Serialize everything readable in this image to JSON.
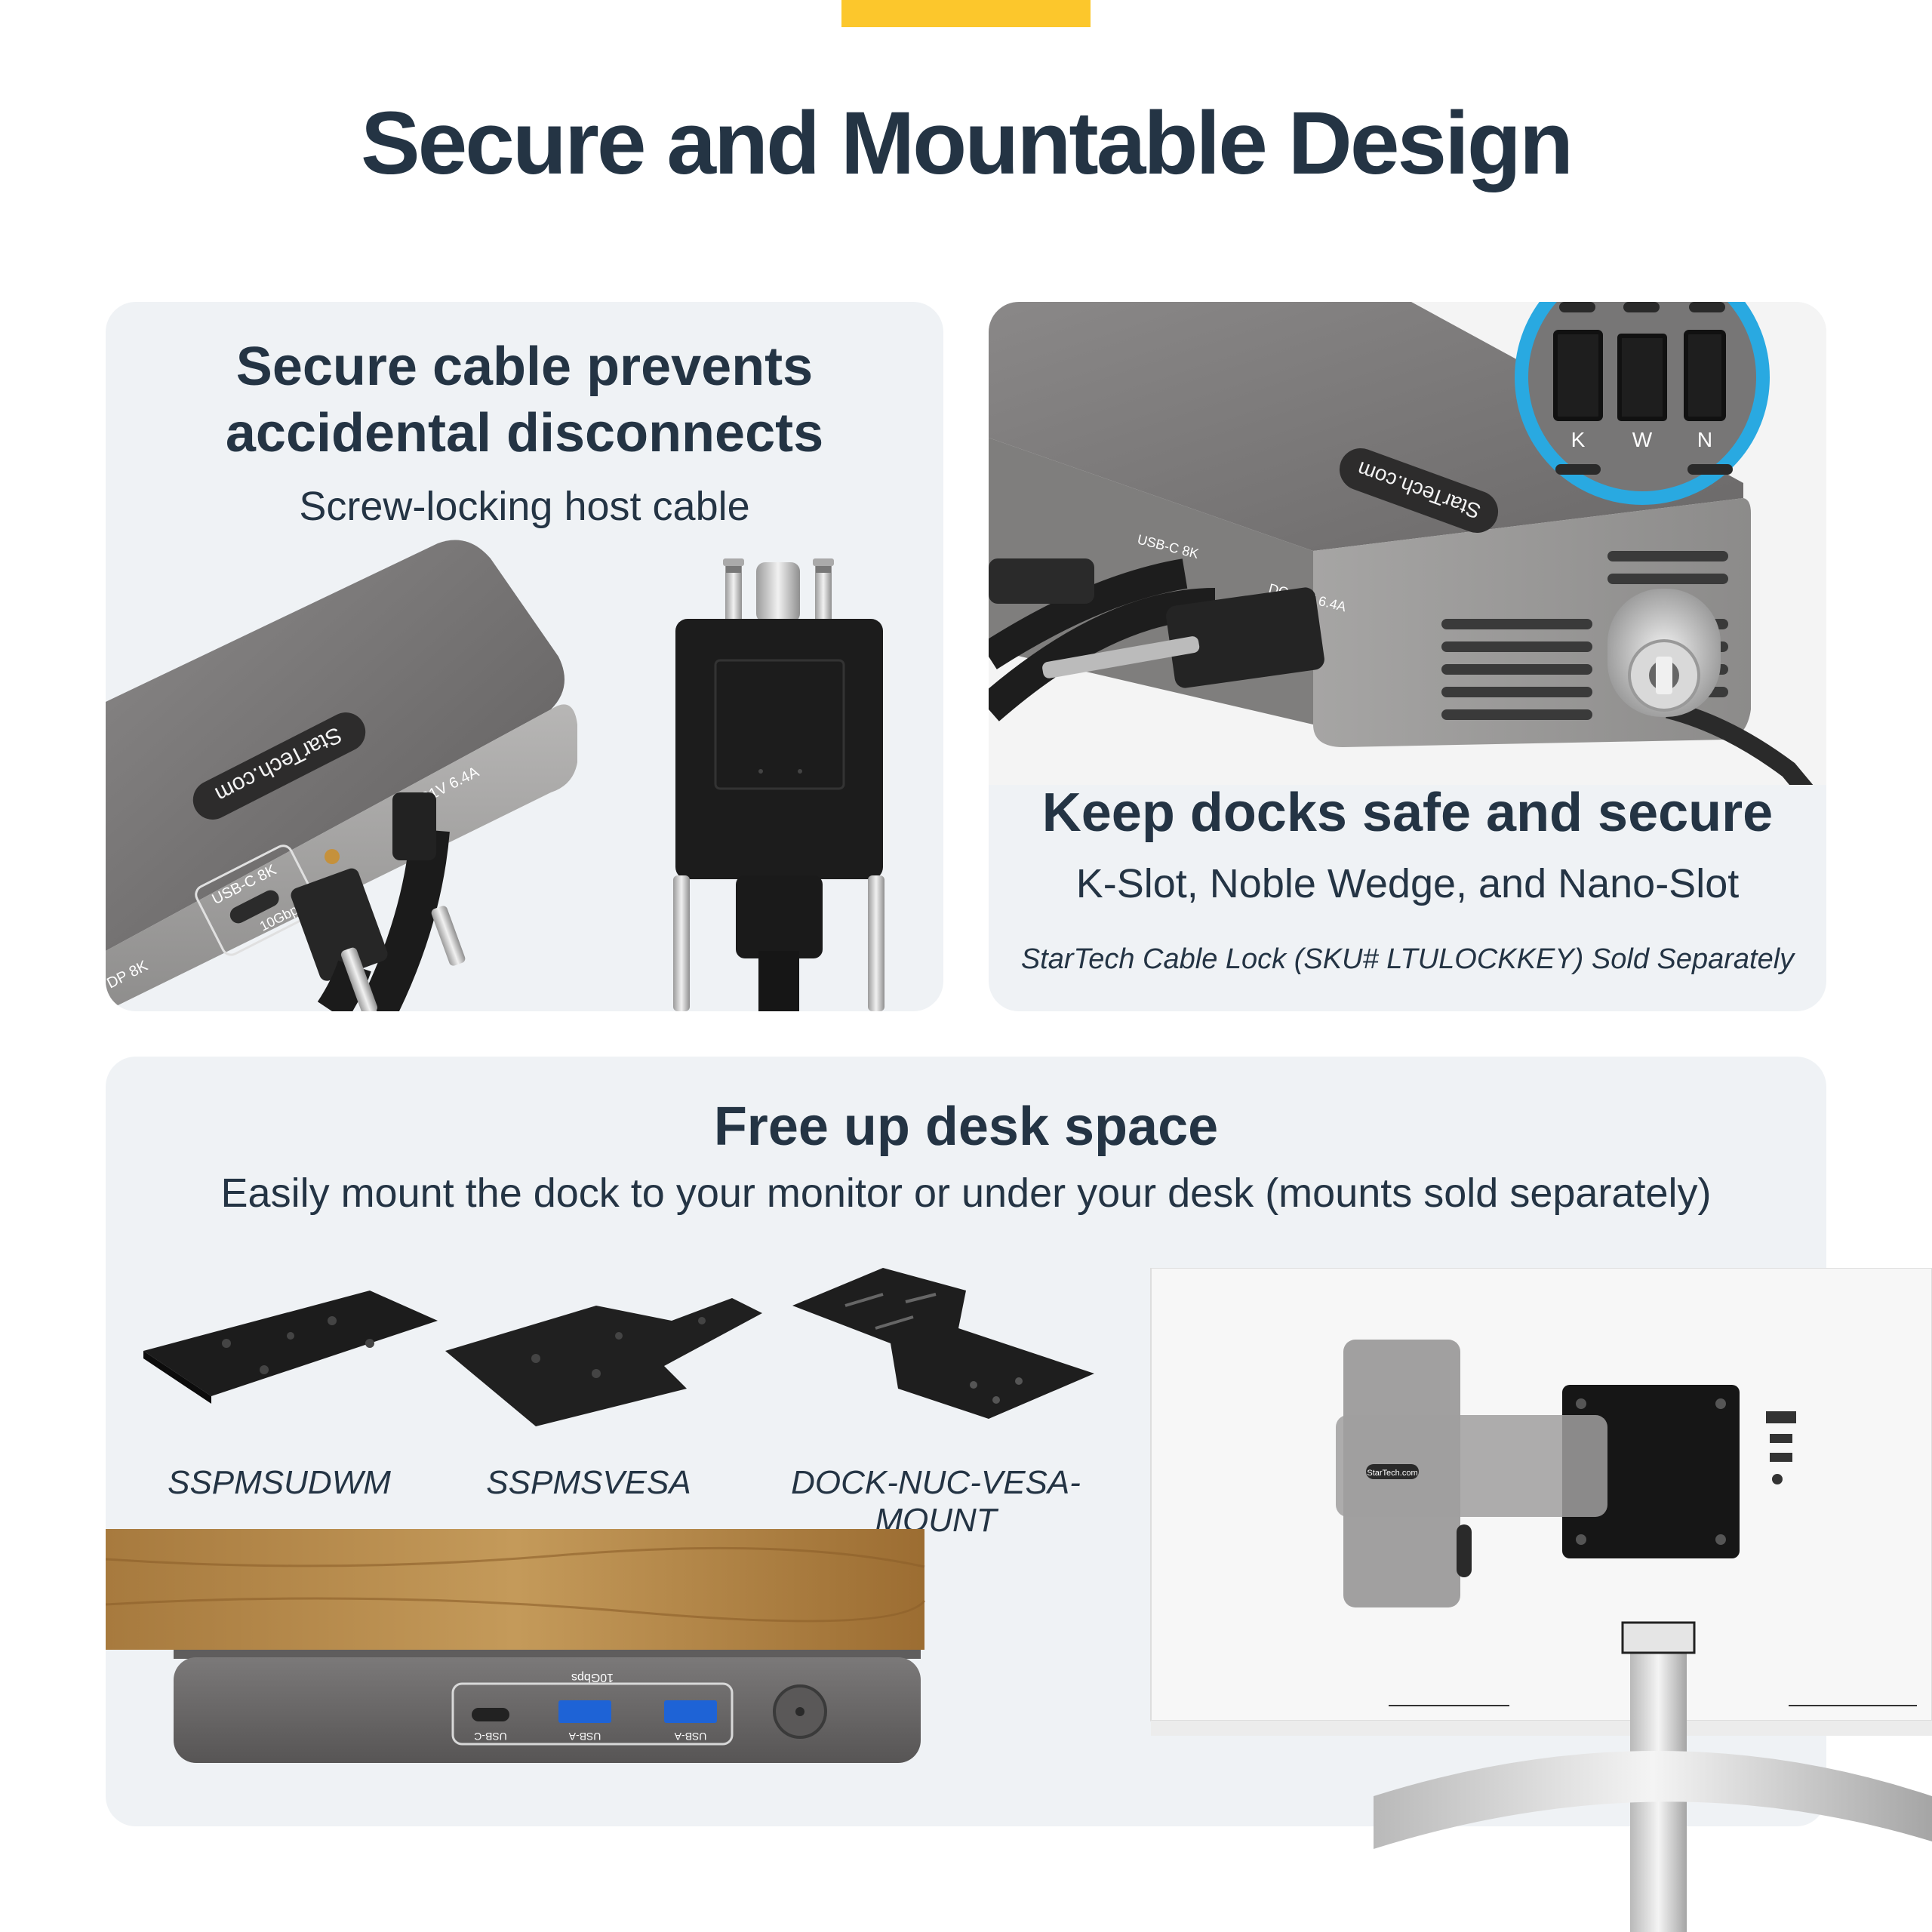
{
  "page": {
    "title": "Secure and Mountable Design"
  },
  "cable_panel": {
    "title_line1": "Secure cable prevents",
    "title_line2": "accidental disconnects",
    "subtitle": "Screw-locking host cable"
  },
  "lock_panel": {
    "title": "Keep docks safe and secure",
    "subtitle": "K-Slot, Noble Wedge, and Nano-Slot",
    "note": "StarTech Cable Lock (SKU# LTULOCKKEY) Sold Separately",
    "slot_labels": [
      "K",
      "W",
      "N"
    ]
  },
  "mount_panel": {
    "title": "Free up desk space",
    "subtitle": "Easily mount the dock to your monitor or under your desk (mounts sold separately)",
    "products": [
      "SSPMSUDWM",
      "SSPMSVESA",
      "DOCK-NUC-VESA-MOUNT"
    ]
  },
  "dock_labels": {
    "brand": "StarTech.com",
    "dc": "DC 21V 6.4A",
    "usbc8k": "USB-C 8K",
    "gbps": "10Gbps",
    "dp8k": "DP 8K",
    "port_usbc": "USB-C",
    "port_usba": "USB-A"
  },
  "colors": {
    "accent": "#fcc72c",
    "text": "#243444",
    "panel": "#eff2f5",
    "dock": "#6e6c6c",
    "lock_ring": "#29a9e1"
  }
}
